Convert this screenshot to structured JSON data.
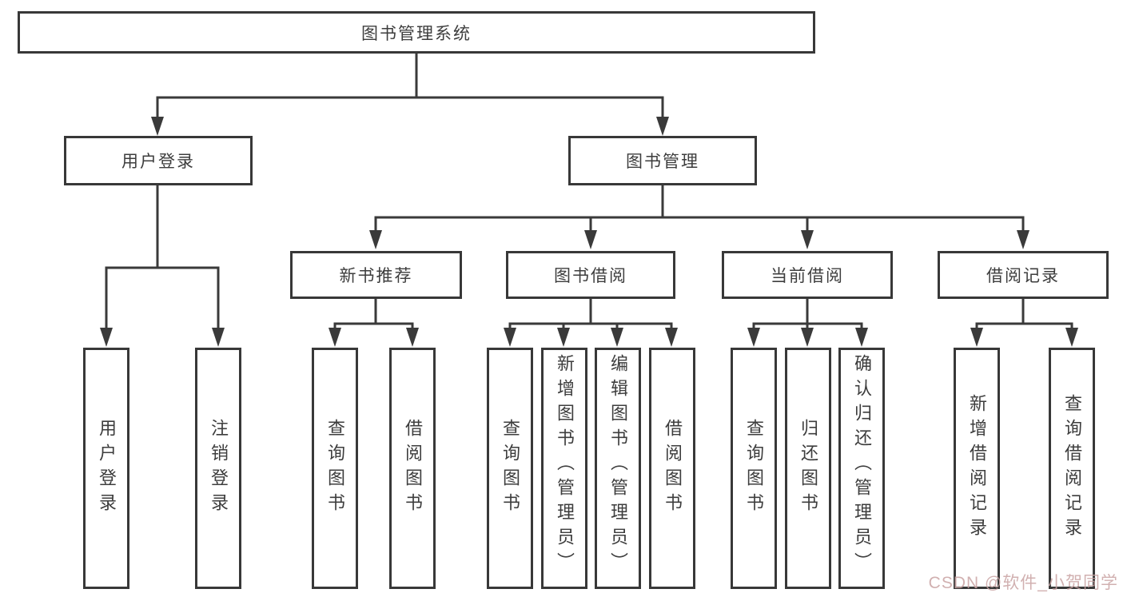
{
  "diagram": {
    "root": {
      "label": "图书管理系统"
    },
    "level2": [
      {
        "label": "用户登录"
      },
      {
        "label": "图书管理"
      }
    ],
    "level3": [
      {
        "label": "新书推荐"
      },
      {
        "label": "图书借阅"
      },
      {
        "label": "当前借阅"
      },
      {
        "label": "借阅记录"
      }
    ],
    "leaves": [
      {
        "label": "用户登录"
      },
      {
        "label": "注销登录"
      },
      {
        "label": "查询图书"
      },
      {
        "label": "借阅图书"
      },
      {
        "label": "查询图书"
      },
      {
        "label": "新增图书（管理员）"
      },
      {
        "label": "编辑图书（管理员）"
      },
      {
        "label": "借阅图书"
      },
      {
        "label": "查询图书"
      },
      {
        "label": "归还图书"
      },
      {
        "label": "确认归还（管理员）"
      },
      {
        "label": "新增借阅记录"
      },
      {
        "label": "查询借阅记录"
      }
    ]
  },
  "watermark": {
    "text": "CSDN @软件_小贺同学",
    "color": "#C9A3A3"
  },
  "colors": {
    "line": "#3a3a3a",
    "box_border": "#383838",
    "box_bg": "#ffffff",
    "text": "#3d3d3d"
  }
}
